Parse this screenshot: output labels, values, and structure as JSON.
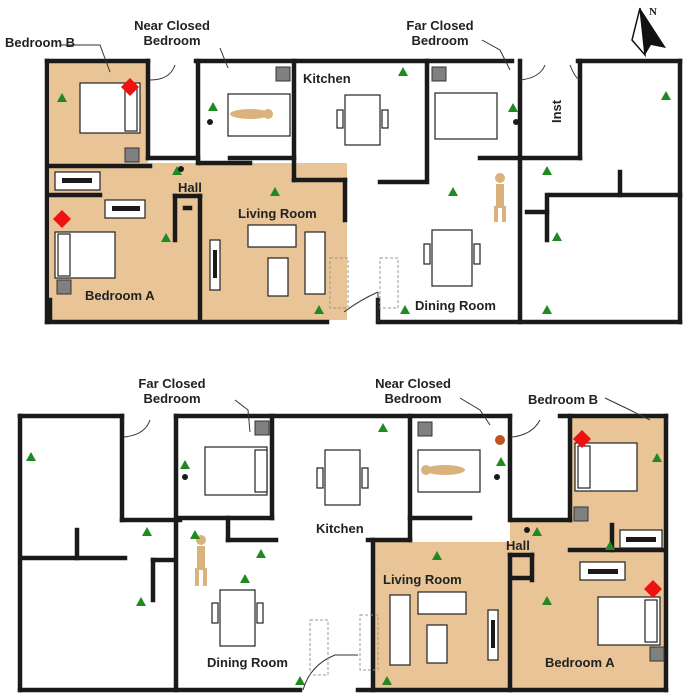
{
  "plan_top": {
    "rooms": {
      "bedroom_b": "Bedroom B",
      "near_closed": "Near Closed\nBedroom",
      "far_closed": "Far Closed\nBedroom",
      "kitchen": "Kitchen",
      "hall": "Hall",
      "living_room": "Living Room",
      "inst": "Inst",
      "bedroom_a": "Bedroom A",
      "dining_room": "Dining Room"
    }
  },
  "plan_bottom": {
    "rooms": {
      "far_closed": "Far Closed\nBedroom",
      "near_closed": "Near Closed\nBedroom",
      "bedroom_b": "Bedroom B",
      "kitchen": "Kitchen",
      "hall": "Hall",
      "living_room": "Living Room",
      "dining_room": "Dining Room",
      "bedroom_a": "Bedroom A"
    }
  },
  "compass": {
    "label": "N"
  },
  "colors": {
    "wall": "#1a1a1a",
    "floor_highlight": "#e8c497",
    "sensor_triangle": "#1f8a1f",
    "detector_diamond": "#ee1111",
    "person_figure": "#d9b27c",
    "fixture_box": "#808080",
    "alarm_dot": "#c0531f"
  }
}
